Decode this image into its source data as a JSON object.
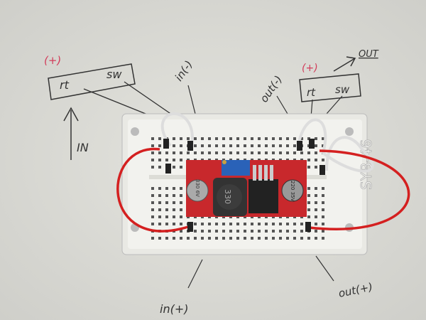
{
  "sketch": {
    "left_box": {
      "sign": "(+)",
      "pin1": "rt",
      "pin2": "sw"
    },
    "right_box": {
      "sign": "(+)",
      "pin1": "rt",
      "pin2": "sw"
    },
    "arrow_in": "IN",
    "arrow_out": "OUT",
    "in_minus": "in(-)",
    "out_minus": "out(-)",
    "in_plus": "in(+)",
    "out_plus": "out(+)"
  },
  "board": {
    "breadboard_label": "SYB-46",
    "inductor": "330",
    "cap_left": "330 6V",
    "cap_right": "220 35V"
  },
  "colors": {
    "paper": "#dcdcd6",
    "wire_red": "#d42020",
    "pcb": "#c8282c",
    "breadboard": "#f2f2ee"
  }
}
